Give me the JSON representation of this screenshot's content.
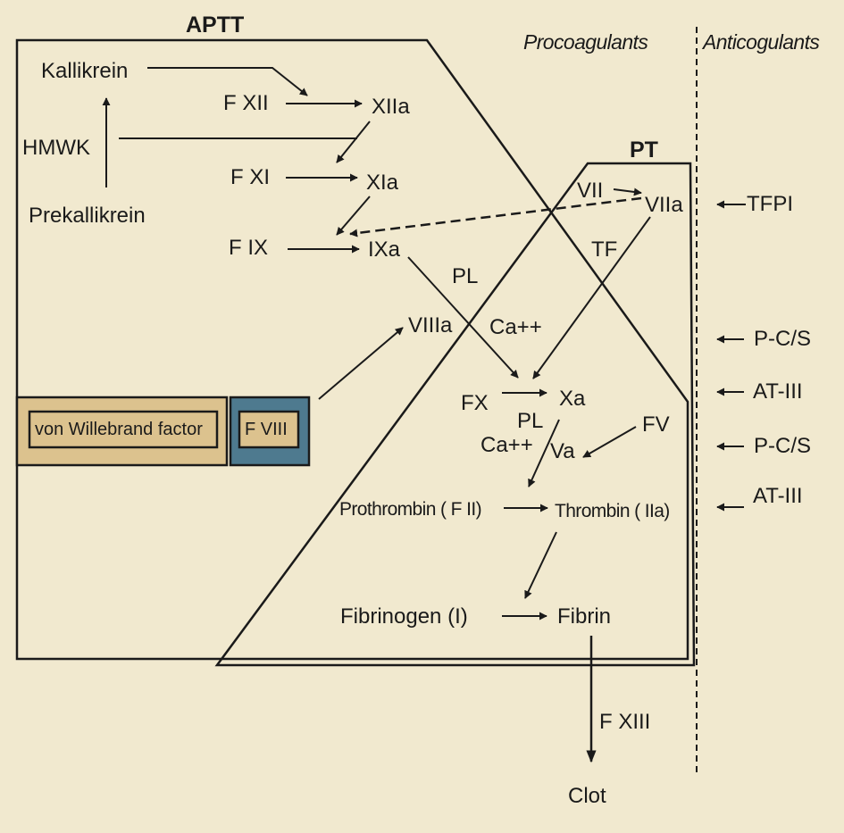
{
  "colors": {
    "background": "#f1e9cf",
    "line": "#1a1a1a",
    "vwf_box": "#dcc28e",
    "fviii_box": "#4e7a8f"
  },
  "headers": {
    "aptt": "APTT",
    "pt": "PT",
    "procoagulants": "Procoagulants",
    "anticoagulants": "Anticogulants"
  },
  "intrinsic": {
    "kallikrein": "Kallikrein",
    "hmwk": "HMWK",
    "prekallikrein": "Prekallikrein",
    "f_xii": "F XII",
    "xiia": "XIIa",
    "f_xi": "F XI",
    "xia": "XIa",
    "f_ix": "F IX",
    "ixa": "IXa",
    "viiia": "VIIIa"
  },
  "extrinsic": {
    "vii": "VII",
    "viia": "VIIa",
    "tf": "TF"
  },
  "cofactors": {
    "pl_1": "PL",
    "ca_1": "Ca++",
    "pl_2": "PL",
    "ca_2": "Ca++"
  },
  "common": {
    "fx": "FX",
    "xa": "Xa",
    "fv": "FV",
    "va": "Va",
    "prothrombin": "Prothrombin ( F II)",
    "thrombin": "Thrombin ( IIa)",
    "fibrinogen": "Fibrinogen (I)",
    "fibrin": "Fibrin",
    "f_xiii": "F XIII",
    "clot": "Clot"
  },
  "boxes": {
    "vwf": "von Willebrand factor",
    "fviii": "F VIII"
  },
  "anticoagulants": {
    "tfpi": "TFPI",
    "pcs_1": "P-C/S",
    "at3_1": "AT-III",
    "pcs_2": "P-C/S",
    "at3_2": "AT-III"
  }
}
